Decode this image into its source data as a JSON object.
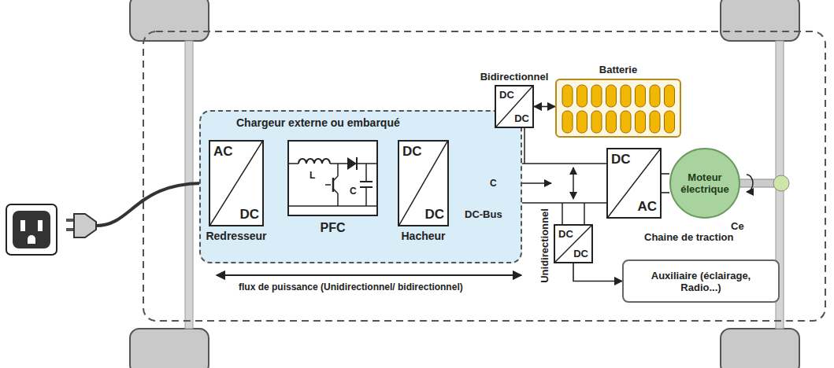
{
  "diagram": {
    "nodes": [
      {
        "text": [
          "Chargeur externe ou embarqué"
        ]
      },
      {
        "text": [
          "AC",
          "DC",
          "Redresseur"
        ],
        "in": 0
      },
      {
        "text": [
          "L",
          "C",
          "PFC"
        ],
        "in": 0
      },
      {
        "text": [
          "DC",
          "DC",
          "Hacheur"
        ],
        "in": 0
      },
      {
        "text": [
          "Bidirectionnel",
          "DC",
          "DC"
        ]
      },
      {
        "text": [
          "Batterie"
        ]
      },
      {
        "text": [
          "Unidirectionnel",
          "DC",
          "DC"
        ]
      },
      {
        "text": [
          "DC",
          "AC"
        ]
      },
      {
        "text": [
          "Moteur électrique"
        ]
      },
      {
        "text": [
          "Auxiliaire (éclairage, Radio...)"
        ]
      }
    ],
    "edges": [
      {
        "from": 1,
        "to": 2,
        "arrow": "none"
      },
      {
        "from": 2,
        "to": 3,
        "arrow": "none"
      },
      {
        "from": 3,
        "to": 7,
        "arrow": "none"
      },
      {
        "from": 4,
        "to": 5,
        "arrow": "both"
      },
      {
        "from": 7,
        "to": 8,
        "arrow": "none"
      },
      {
        "from": 6,
        "to": 9,
        "arrow": "to"
      }
    ],
    "labels": [
      "C",
      "DC-Bus",
      "Chaine de traction",
      "Ce",
      "flux de puissance (Unidirectionnel/ bidirectionnel)"
    ]
  }
}
